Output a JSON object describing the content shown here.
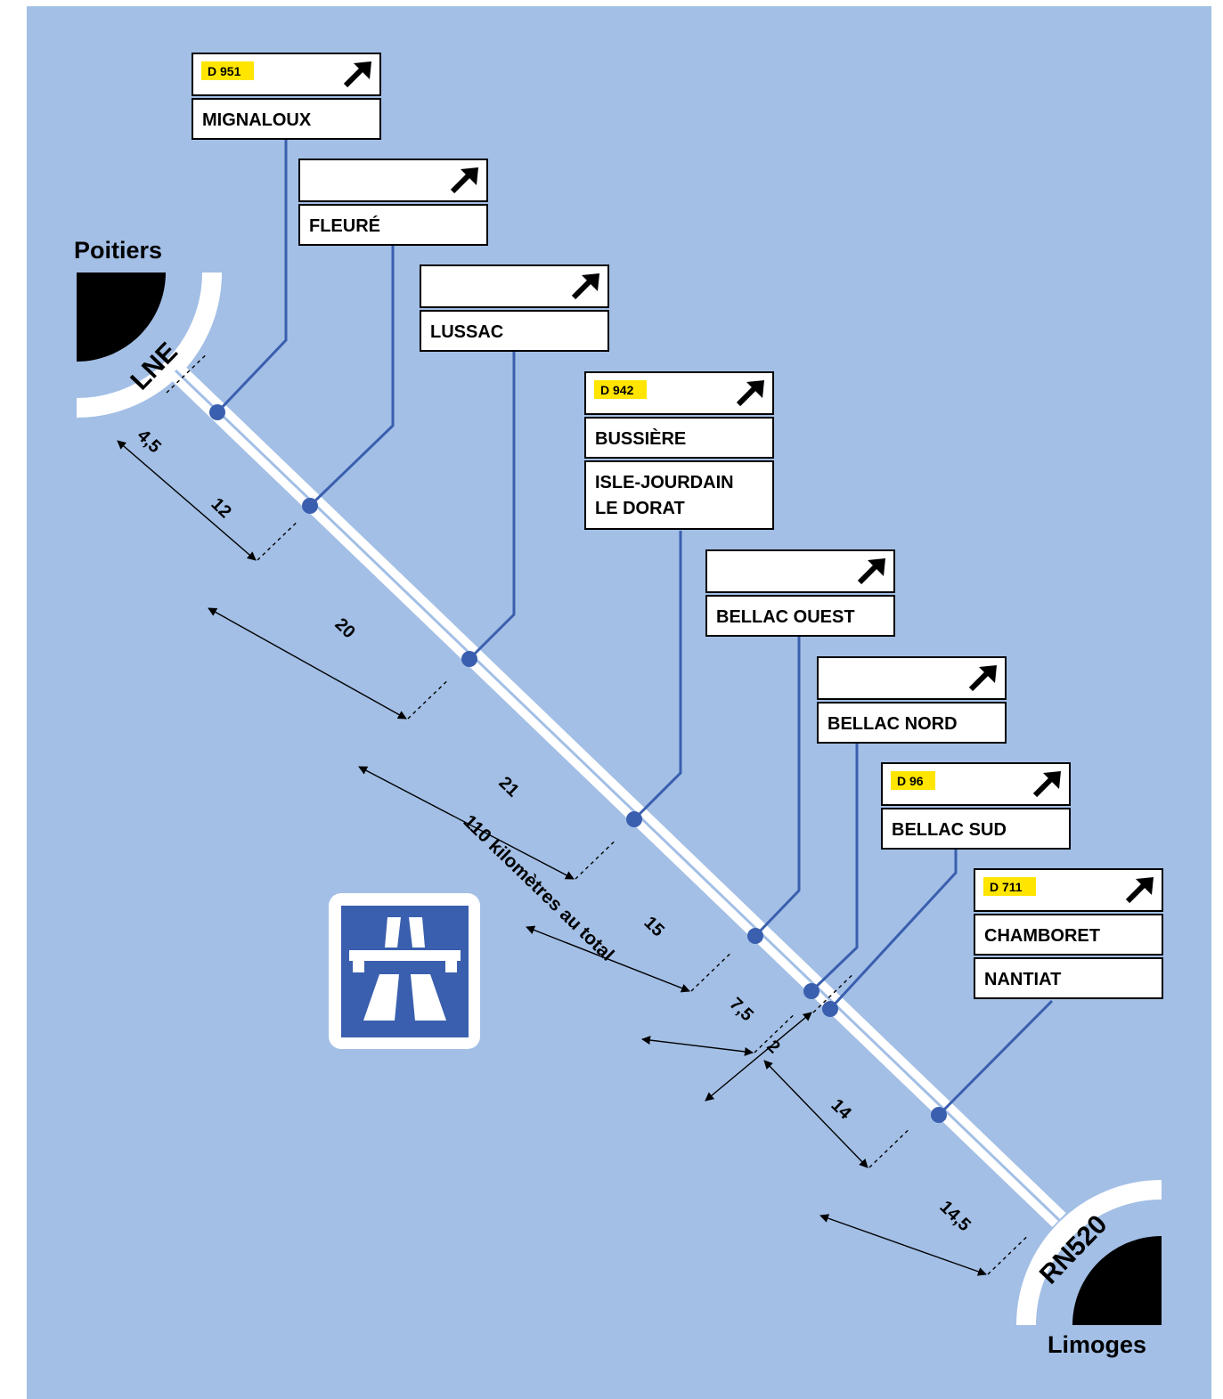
{
  "colors": {
    "background": "#a3bfe6",
    "road": "#ffffff",
    "connector": "#3a5fae",
    "route_code": "#ffe500",
    "motorway_icon": "#3a5fae"
  },
  "cities": {
    "start": "Poitiers",
    "end": "Limoges"
  },
  "road_ends": {
    "start": "LNE",
    "end": "RN520"
  },
  "total_label": "110 kilomètres au total",
  "motorway_icon": "motorway-icon",
  "arrow_icon": "arrow-northeast-icon",
  "exits": [
    {
      "code": "D 951",
      "lines": [
        "MIGNALOUX"
      ]
    },
    {
      "code": "",
      "lines": [
        "FLEURÉ"
      ]
    },
    {
      "code": "",
      "lines": [
        "LUSSAC"
      ]
    },
    {
      "code": "D 942",
      "lines": [
        "BUSSIÈRE",
        "ISLE-JOURDAIN\nLE DORAT"
      ]
    },
    {
      "code": "",
      "lines": [
        "BELLAC OUEST"
      ]
    },
    {
      "code": "",
      "lines": [
        "BELLAC NORD"
      ]
    },
    {
      "code": "D 96",
      "lines": [
        "BELLAC SUD"
      ]
    },
    {
      "code": "D 711",
      "lines": [
        "CHAMBORET",
        "NANTIAT"
      ]
    }
  ],
  "distances": [
    "4,5",
    "12",
    "20",
    "21",
    "15",
    "7,5",
    "2",
    "14",
    "14,5"
  ]
}
